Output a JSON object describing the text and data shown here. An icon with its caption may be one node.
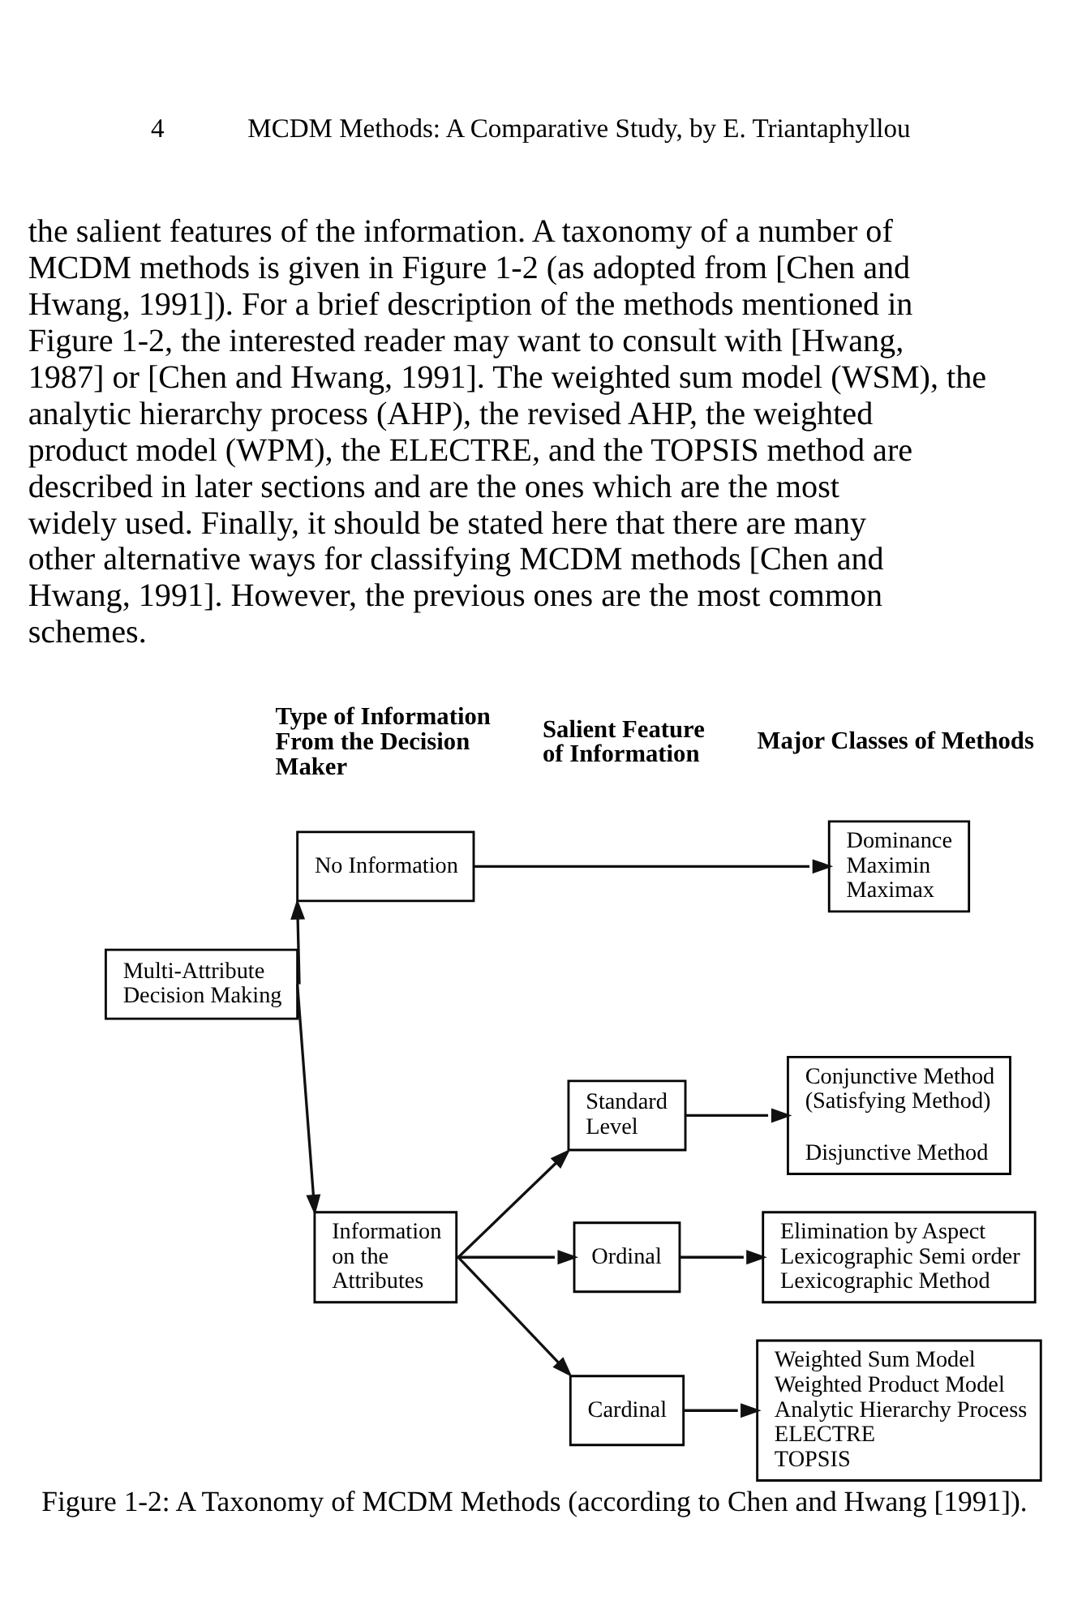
{
  "diagram": {
    "caption": "Figure 1-2: A Taxonomy of MCDM Methods (according to Chen and Hwang [1991]).",
    "nodes": [
      {
        "text": [
          "Multi-Attribute Decision Making"
        ]
      },
      {
        "text": [
          "No Information"
        ]
      },
      {
        "text": [
          "Information on the Attributes"
        ]
      },
      {
        "text": [
          "Standard Level"
        ]
      },
      {
        "text": [
          "Ordinal"
        ]
      },
      {
        "text": [
          "Cardinal"
        ]
      },
      {
        "text": [
          "Dominance",
          "Maximin",
          "Maximax"
        ]
      },
      {
        "text": [
          "Conjunctive Method (Satisfying Method)",
          "Disjunctive Method"
        ]
      },
      {
        "text": [
          "Elimination by Aspect",
          "Lexicographic Semi order",
          "Lexicographic Method"
        ]
      },
      {
        "text": [
          "Weighted Sum Model",
          "Weighted Product Model",
          "Analytic Hierarchy Process",
          "ELECTRE",
          "TOPSIS"
        ]
      }
    ],
    "edges": [
      {
        "from": 0,
        "to": 1,
        "arrow": "to"
      },
      {
        "from": 0,
        "to": 2,
        "arrow": "to"
      },
      {
        "from": 1,
        "to": 6,
        "arrow": "to"
      },
      {
        "from": 2,
        "to": 3,
        "arrow": "to"
      },
      {
        "from": 2,
        "to": 4,
        "arrow": "to"
      },
      {
        "from": 2,
        "to": 5,
        "arrow": "to"
      },
      {
        "from": 3,
        "to": 7,
        "arrow": "to"
      },
      {
        "from": 4,
        "to": 8,
        "arrow": "to"
      },
      {
        "from": 5,
        "to": 9,
        "arrow": "to"
      }
    ],
    "labels": [
      "4",
      "MCDM Methods: A Comparative Study, by E. Triantaphyllou",
      "the salient features of the information. A taxonomy of a number of MCDM methods is given in Figure 1-2 (as adopted from [Chen and Hwang, 1991]). For a brief description of the methods mentioned in Figure 1-2, the interested reader may want to consult with [Hwang, 1987] or [Chen and Hwang, 1991]. The weighted sum model (WSM), the analytic hierarchy process (AHP), the revised AHP, the weighted product model (WPM), the ELECTRE, and the TOPSIS method are described in later sections and are the ones which are the most widely used. Finally, it should be stated here that there are many other alternative ways for classifying MCDM methods [Chen and Hwang, 1991]. However, the previous ones are the most common schemes.",
      "Type of Information From the Decision Maker",
      "Salient Feature of Information",
      "Major Classes of Methods"
    ]
  }
}
